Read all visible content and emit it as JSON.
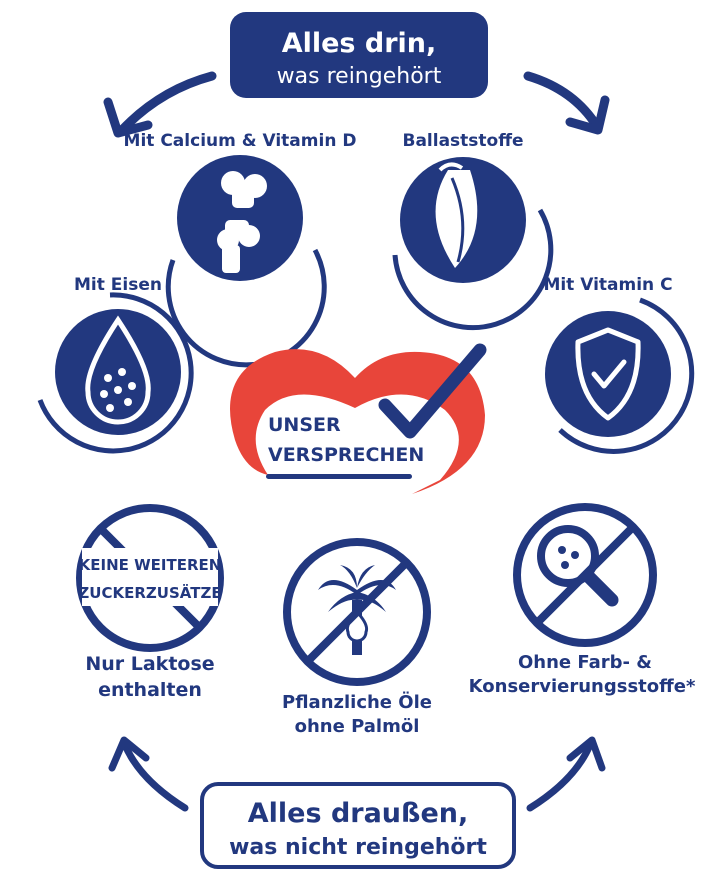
{
  "colors": {
    "navy": "#22387f",
    "red": "#e8453a",
    "white": "#ffffff"
  },
  "top_box": {
    "line1": "Alles drin,",
    "line2": "was reingehört"
  },
  "bottom_box": {
    "line1": "Alles draußen,",
    "line2": "was nicht reingehört"
  },
  "center": {
    "line1": "UNSER",
    "line2": "VERSPRECHEN"
  },
  "included": [
    {
      "label": "Mit Calcium & Vitamin D",
      "icon": "bone-joint-icon"
    },
    {
      "label": "Ballaststoffe",
      "icon": "grain-icon"
    },
    {
      "label": "Mit Eisen",
      "icon": "drop-icon"
    },
    {
      "label": "Mit Vitamin C",
      "icon": "shield-check-icon"
    }
  ],
  "excluded": [
    {
      "inner1": "KEINE WEITEREN",
      "inner2": "ZUCKERZUSÄTZE",
      "label1": "Nur Laktose",
      "label2": "enthalten",
      "icon": "prohibited-icon"
    },
    {
      "label1": "Pflanzliche Öle",
      "label2": "ohne Palmöl",
      "icon": "palm-tree-icon"
    },
    {
      "label1": "Ohne Farb- &",
      "label2": "Konservierungsstoffe*",
      "icon": "magnifier-icon"
    }
  ]
}
